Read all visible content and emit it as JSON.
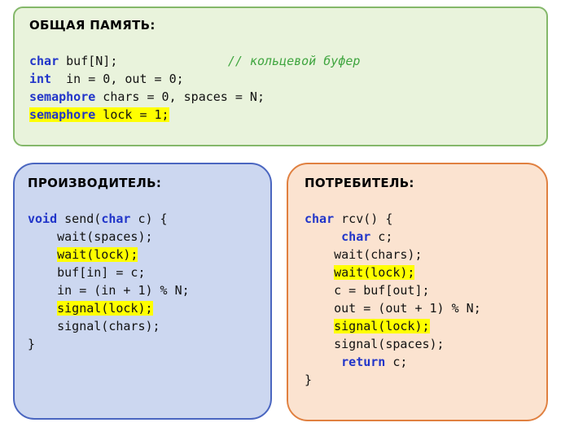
{
  "colors": {
    "keyword": "#2135c9",
    "comment": "#3fa53f",
    "highlight": "#ffff00",
    "code_text": "#121212",
    "shared_bg": "#e9f3dc",
    "shared_border": "#84b86a",
    "producer_bg": "#ccd7f0",
    "producer_border": "#4a66c0",
    "consumer_bg": "#fbe3d0",
    "consumer_border": "#e08040"
  },
  "panels": [
    {
      "id": "shared",
      "title": "ОБЩАЯ ПАМЯТЬ:",
      "lines": [
        {
          "segments": [
            {
              "t": "char",
              "k": "kw"
            },
            {
              "t": " buf[N];"
            },
            {
              "t": "               "
            },
            {
              "t": "// кольцевой буфер",
              "k": "cm"
            }
          ]
        },
        {
          "segments": [
            {
              "t": "int",
              "k": "kw"
            },
            {
              "t": "  in = 0, out = 0;"
            }
          ]
        },
        {
          "segments": [
            {
              "t": "semaphore",
              "k": "kw"
            },
            {
              "t": " chars = 0, spaces = N;"
            }
          ]
        },
        {
          "segments": [
            {
              "t": "semaphore",
              "k": "kw",
              "h": true
            },
            {
              "t": " lock = 1;",
              "h": true
            }
          ]
        }
      ]
    },
    {
      "id": "producer",
      "title": "ПРОИЗВОДИТЕЛЬ:",
      "lines": [
        {
          "segments": [
            {
              "t": "void",
              "k": "kw"
            },
            {
              "t": " send("
            },
            {
              "t": "char",
              "k": "kw"
            },
            {
              "t": " c) {"
            }
          ]
        },
        {
          "segments": [
            {
              "t": "    wait(spaces);"
            }
          ]
        },
        {
          "segments": [
            {
              "t": "    "
            },
            {
              "t": "wait(lock);",
              "h": true
            }
          ]
        },
        {
          "segments": [
            {
              "t": "    buf[in] = c;"
            }
          ]
        },
        {
          "segments": [
            {
              "t": "    in = (in + 1) % N;"
            }
          ]
        },
        {
          "segments": [
            {
              "t": "    "
            },
            {
              "t": "signal(lock);",
              "h": true
            }
          ]
        },
        {
          "segments": [
            {
              "t": "    signal(chars);"
            }
          ]
        },
        {
          "segments": [
            {
              "t": "}"
            }
          ]
        }
      ]
    },
    {
      "id": "consumer",
      "title": "ПОТРЕБИТЕЛЬ:",
      "lines": [
        {
          "segments": [
            {
              "t": "char",
              "k": "kw"
            },
            {
              "t": " rcv() {"
            }
          ]
        },
        {
          "segments": [
            {
              "t": "     "
            },
            {
              "t": "char",
              "k": "kw"
            },
            {
              "t": " c;"
            }
          ]
        },
        {
          "segments": [
            {
              "t": "    wait(chars);"
            }
          ]
        },
        {
          "segments": [
            {
              "t": "    "
            },
            {
              "t": "wait(lock);",
              "h": true
            }
          ]
        },
        {
          "segments": [
            {
              "t": "    c = buf[out];"
            }
          ]
        },
        {
          "segments": [
            {
              "t": "    out = (out + 1) % N;"
            }
          ]
        },
        {
          "segments": [
            {
              "t": "    "
            },
            {
              "t": "signal(lock);",
              "h": true
            }
          ]
        },
        {
          "segments": [
            {
              "t": "    signal(spaces);"
            }
          ]
        },
        {
          "segments": [
            {
              "t": "     "
            },
            {
              "t": "return",
              "k": "kw"
            },
            {
              "t": " c;"
            }
          ]
        },
        {
          "segments": [
            {
              "t": "}"
            }
          ]
        }
      ]
    }
  ]
}
